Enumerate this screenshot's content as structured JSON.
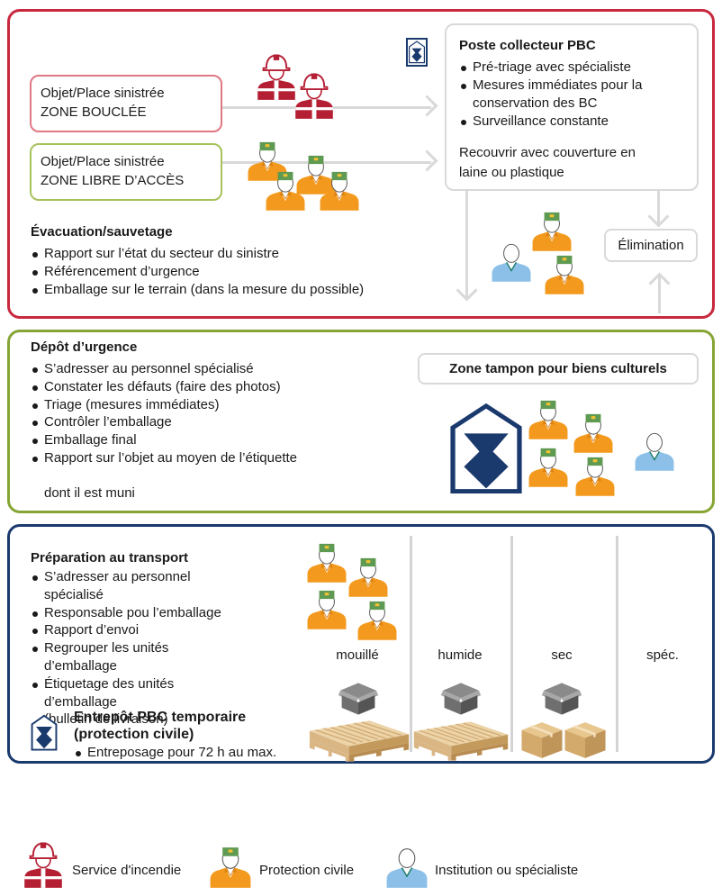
{
  "colors": {
    "red": "#c8283e",
    "green": "#86a534",
    "navy": "#1a3a6e",
    "orange": "#f39a1e",
    "civil_green": "#5f9a52",
    "light_blue": "#8cc0e8",
    "wood": "#d9b684",
    "gray": "#d4d4d4"
  },
  "section1": {
    "zone_closed": {
      "line1": "Objet/Place sinistrée",
      "line2": "ZONE BOUCLÉE"
    },
    "zone_free": {
      "line1": "Objet/Place sinistrée",
      "line2": "ZONE LIBRE D’ACCÈS"
    },
    "collector": {
      "title": "Poste collecteur PBC",
      "items": [
        "Pré-triage avec spécialiste",
        "Mesures immédiates pour la",
        "conservation des BC",
        "Surveillance constante"
      ],
      "note_line1": "Recouvrir avec couverture en",
      "note_line2": "laine ou plastique"
    },
    "evacuation": {
      "title": "Évacuation/sauvetage",
      "items": [
        "Rapport sur l’état du secteur du sinistre",
        "Référencement d’urgence",
        "Emballage sur le terrain (dans la mesure du possible)"
      ]
    },
    "elimination": "Élimination"
  },
  "section2": {
    "title": "Dépôt d’urgence",
    "items": [
      "S’adresser au personnel spécialisé",
      "Constater les défauts (faire des photos)",
      "Triage (mesures immédiates)",
      "Contrôler l’emballage",
      "Emballage final",
      "Rapport sur l’objet au moyen de l’étiquette"
    ],
    "items_cont": "dont il est muni",
    "buffer_zone": "Zone tampon pour biens culturels"
  },
  "section3": {
    "title": "Préparation au transport",
    "items": [
      [
        "S’adresser au personnel",
        "spécialisé"
      ],
      [
        "Responsable pou l’emballage"
      ],
      [
        "Rapport d’envoi"
      ],
      [
        "Regrouper les unités",
        "d’emballage"
      ],
      [
        "Étiquetage des unités",
        "d’emballage",
        "(bulletin de livraison)"
      ]
    ],
    "columns": [
      "mouillé",
      "humide",
      "sec",
      "spéc."
    ],
    "warehouse_title_1": "Entrepôt PBC temporaire",
    "warehouse_title_2": "(protection civile)",
    "warehouse_item": "Entreposage pour 72 h au max."
  },
  "legend": [
    "Service d'incendie",
    "Protection civile",
    "Institution ou spécialiste"
  ]
}
